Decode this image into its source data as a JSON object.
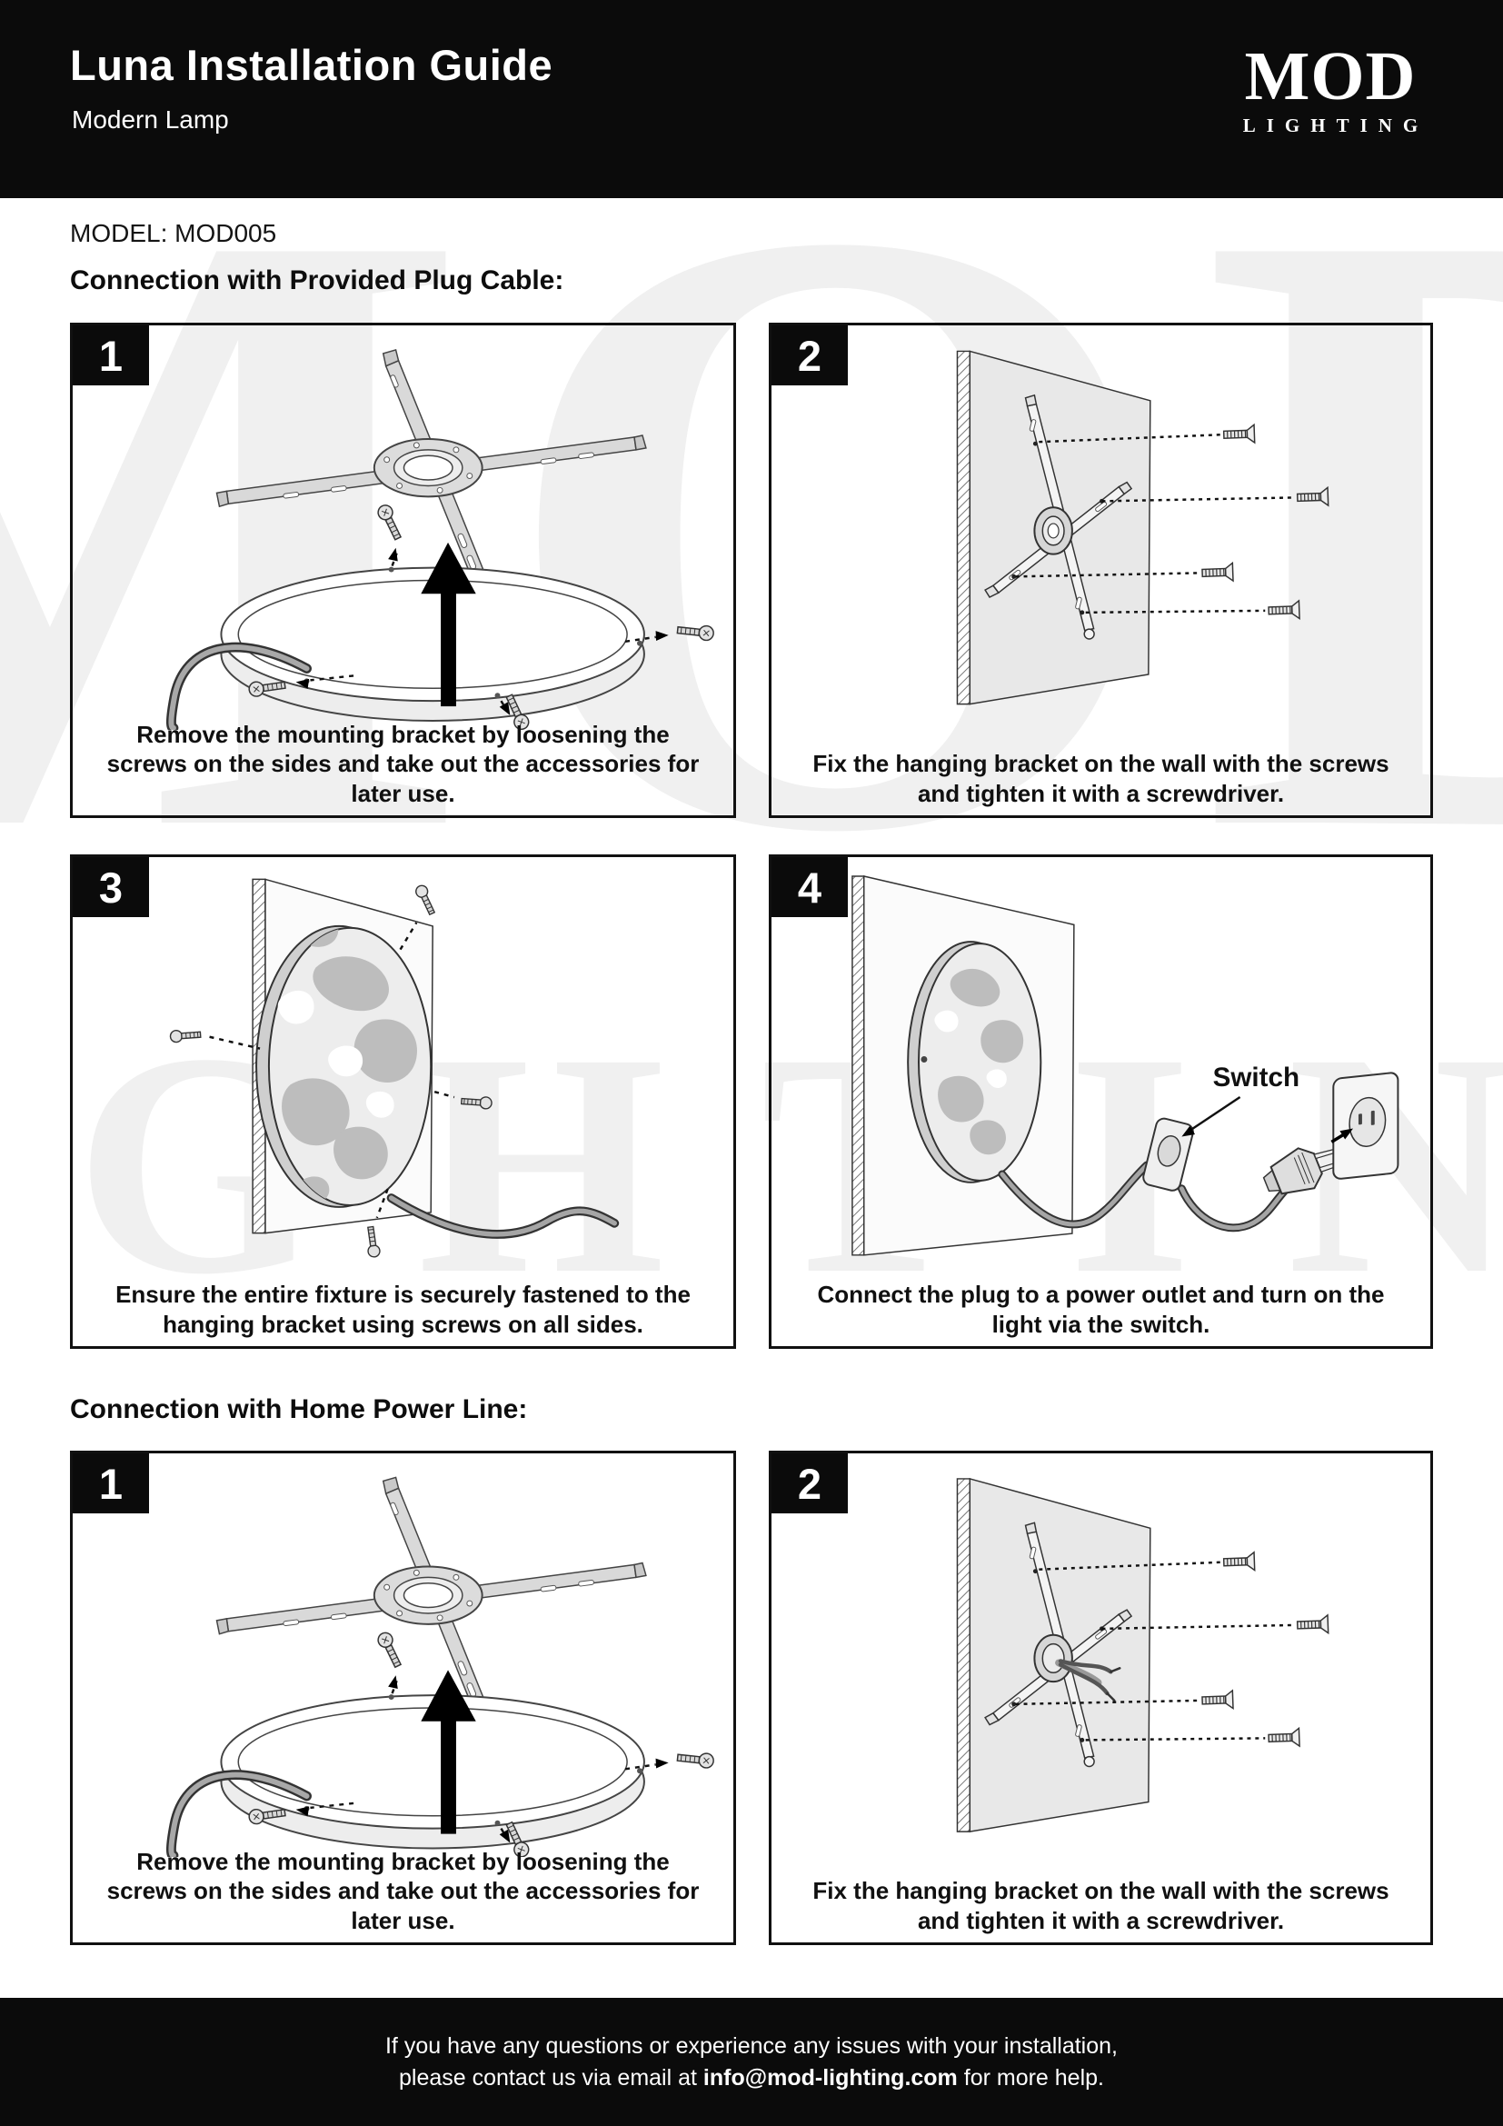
{
  "header": {
    "title": "Luna Installation Guide",
    "subtitle": "Modern Lamp",
    "logo": {
      "top": "MOD",
      "bottom": "LIGHTING"
    }
  },
  "model_line": "MODEL: MOD005",
  "watermark": {
    "line1": "MOD",
    "line2": "LIGHTING"
  },
  "sections": [
    {
      "heading": "Connection with Provided Plug Cable:",
      "panels": [
        {
          "number": "1",
          "caption": "Remove the mounting bracket by loosening the screws on the sides and take out the accessories for later use."
        },
        {
          "number": "2",
          "caption": "Fix the hanging bracket on the wall with the screws and tighten it with a screwdriver."
        },
        {
          "number": "3",
          "caption": "Ensure the entire fixture is securely fastened to the hanging bracket using screws on all sides."
        },
        {
          "number": "4",
          "caption": "Connect the plug to a power outlet and turn on the light via the switch.",
          "switch_label": "Switch"
        }
      ]
    },
    {
      "heading": "Connection with Home Power Line:",
      "panels": [
        {
          "number": "1",
          "caption": "Remove the mounting bracket by loosening the screws on the sides and take out the accessories for later use."
        },
        {
          "number": "2",
          "caption": "Fix the hanging bracket on the wall with the screws and tighten it with a screwdriver."
        }
      ]
    }
  ],
  "footer": {
    "line1": "If you have any questions or experience any issues with your installation,",
    "line2_prefix": "please contact us via email at ",
    "email": "info@mod-lighting.com",
    "line2_suffix": " for more help."
  }
}
